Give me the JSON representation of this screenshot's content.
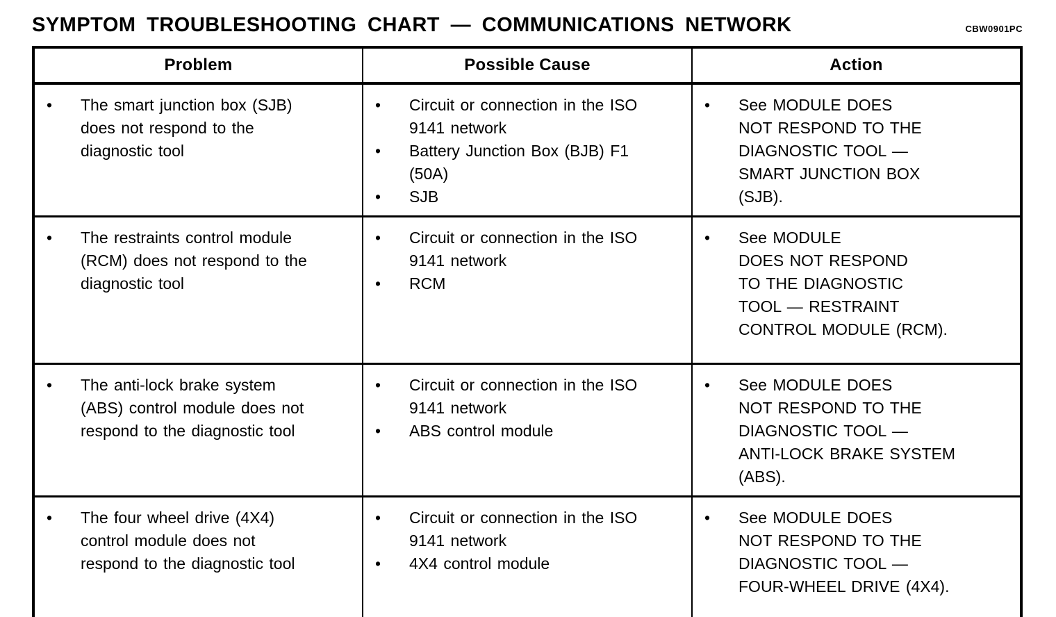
{
  "page": {
    "title": "SYMPTOM TROUBLESHOOTING CHART — COMMUNICATIONS NETWORK",
    "doc_code": "CBW0901PC"
  },
  "table": {
    "headers": [
      "Problem",
      "Possible Cause",
      "Action"
    ],
    "rows": [
      {
        "problem": [
          "The smart junction box (SJB)\ndoes not respond to the\ndiagnostic tool"
        ],
        "possible_cause": [
          "Circuit or connection in the ISO\n9141 network",
          "Battery Junction Box (BJB) F1\n(50A)",
          "SJB"
        ],
        "action": [
          "See MODULE DOES\nNOT RESPOND TO THE\nDIAGNOSTIC TOOL —\nSMART JUNCTION BOX\n(SJB)."
        ]
      },
      {
        "problem": [
          "The restraints control module\n(RCM) does not respond to the\ndiagnostic tool"
        ],
        "possible_cause": [
          "Circuit or connection in the ISO\n9141 network",
          "RCM"
        ],
        "action": [
          "See MODULE\nDOES NOT RESPOND\nTO THE DIAGNOSTIC\nTOOL — RESTRAINT\nCONTROL MODULE (RCM)."
        ]
      },
      {
        "problem": [
          "The anti-lock brake system\n(ABS) control module does not\nrespond to the diagnostic tool"
        ],
        "possible_cause": [
          "Circuit or connection in the ISO\n9141 network",
          "ABS control module"
        ],
        "action": [
          "See MODULE DOES\nNOT RESPOND TO THE\nDIAGNOSTIC TOOL —\nANTI-LOCK BRAKE SYSTEM\n(ABS)."
        ]
      },
      {
        "problem": [
          "The four wheel drive (4X4)\ncontrol module does not\nrespond to the diagnostic tool"
        ],
        "possible_cause": [
          "Circuit or connection in the ISO\n9141 network",
          "4X4 control module"
        ],
        "action": [
          "See MODULE DOES\nNOT RESPOND TO THE\nDIAGNOSTIC TOOL —\nFOUR-WHEEL DRIVE (4X4)."
        ]
      }
    ]
  }
}
